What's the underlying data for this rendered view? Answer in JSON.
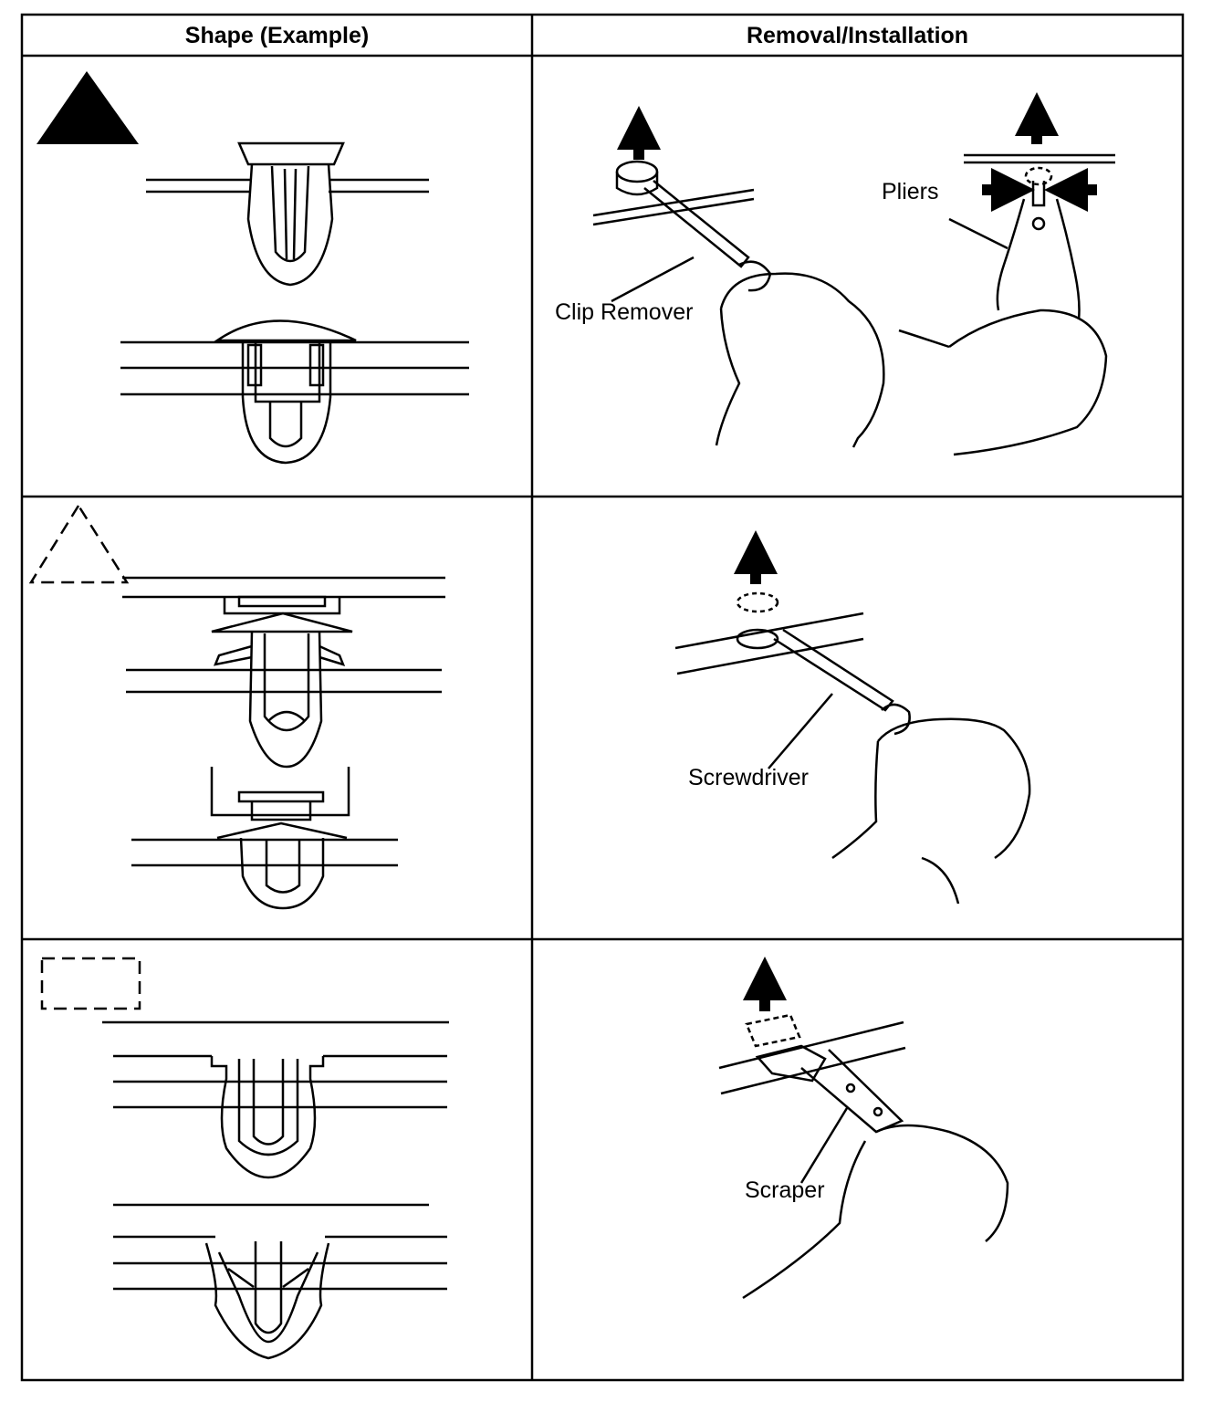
{
  "table": {
    "headers": [
      "Shape (Example)",
      "Removal/Installation"
    ],
    "rows": [
      {
        "marker": "solid-triangle",
        "tool_labels": [
          "Clip Remover",
          "Pliers"
        ]
      },
      {
        "marker": "dashed-triangle",
        "tool_labels": [
          "Screwdriver"
        ]
      },
      {
        "marker": "dashed-rectangle",
        "tool_labels": [
          "Scraper"
        ]
      }
    ]
  }
}
